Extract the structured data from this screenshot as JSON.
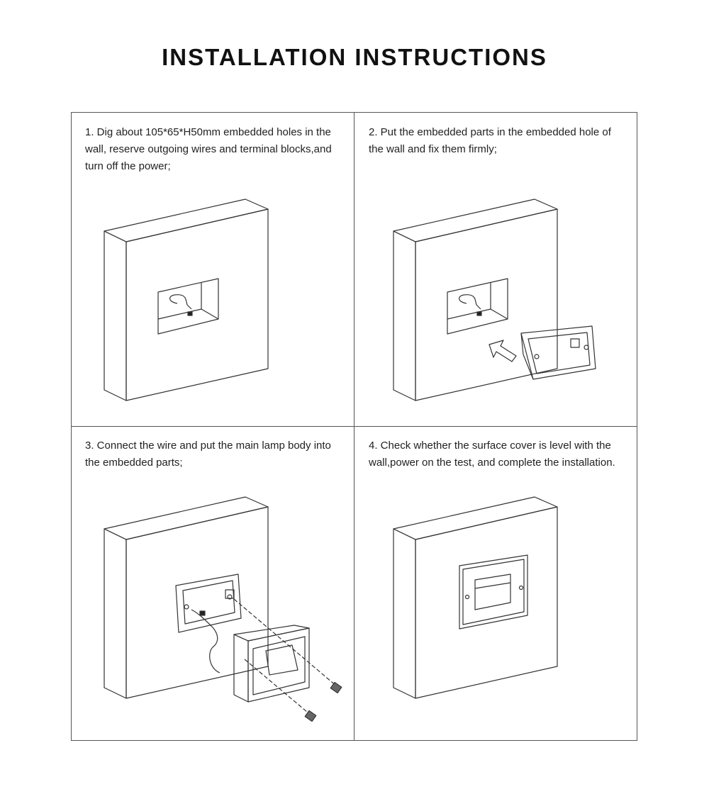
{
  "title": "INSTALLATION INSTRUCTIONS",
  "steps": [
    {
      "text": "1. Dig about 105*65*H50mm embedded holes in the wall, reserve outgoing wires and terminal blocks,and turn off the power;"
    },
    {
      "text": "2. Put the embedded parts in the embedded hole of the wall and fix them firmly;"
    },
    {
      "text": "3. Connect the wire and put the main lamp body into the embedded parts;"
    },
    {
      "text": "4. Check whether the surface cover is level with the wall,power on the test, and complete the installation."
    }
  ]
}
